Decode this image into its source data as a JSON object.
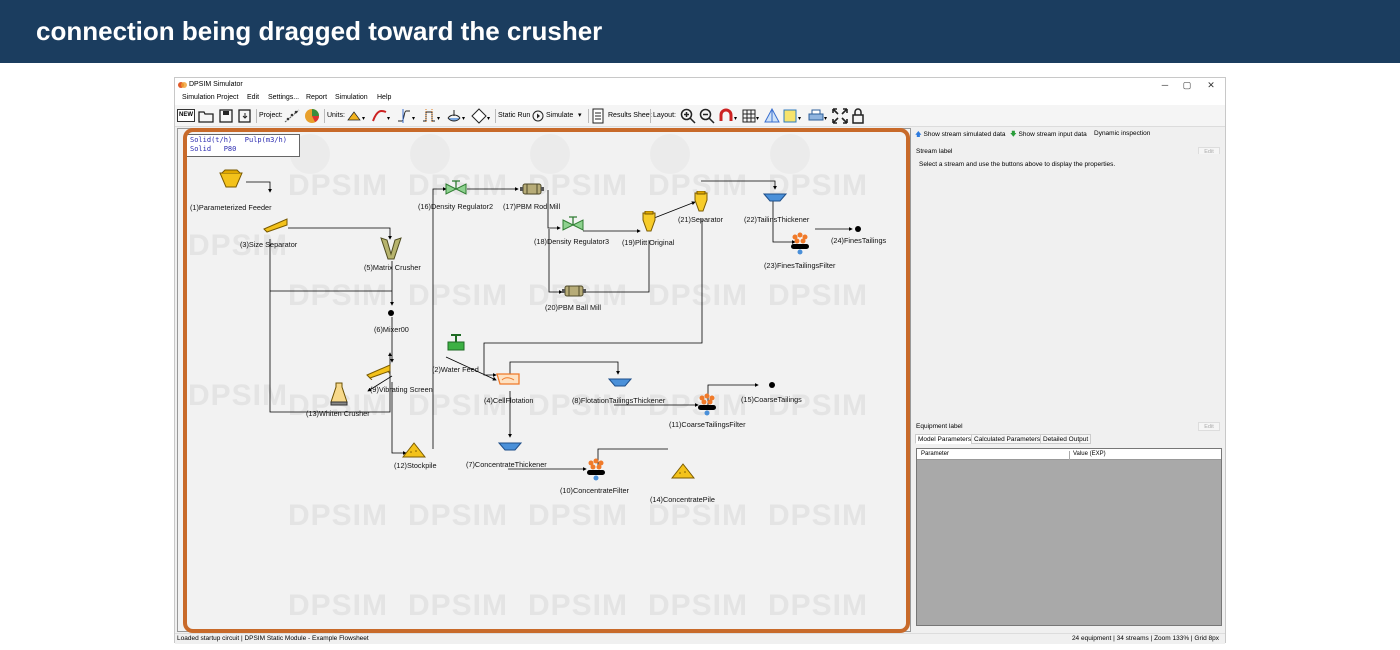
{
  "banner": {
    "title": "connection being dragged toward the crusher"
  },
  "window": {
    "title": "DPSIM Simulator",
    "minimize": "─",
    "maximize": "▢",
    "close": "✕"
  },
  "menu": [
    "Simulation Project",
    "Edit",
    "Settings...",
    "Report",
    "Simulation",
    "Help"
  ],
  "toolbar": {
    "new": "NEW",
    "project_label": "Project:",
    "units_label": "Units:",
    "static_run": "Static Run",
    "simulate": "Simulate",
    "results_sheet": "Results Sheet",
    "layout_label": "Layout:"
  },
  "legend": {
    "line1": "Solid(t/h)   Pulp(m3/h)",
    "line2": "Solid   P80"
  },
  "watermark": "DPSIM",
  "equipment": {
    "parameterized_feeder": "(1)Parameterized Feeder",
    "size_separator": "(3)Size Separator",
    "matrix_crusher": "(5)Matrix Crusher",
    "mixer": "(6)Mixer00",
    "vibrating_screen": "(9)Vibrating Screen",
    "whiten_crusher": "(13)Whiten Crusher",
    "stockpile": "(12)Stockpile",
    "density_regulator2": "(16)Density Regulator2",
    "pbm_rod_mill": "(17)PBM Rod Mill",
    "density_regulator3": "(18)Density Regulator3",
    "plitt_original": "(19)Plitt Original",
    "pbm_ball_mill": "(20)PBM Ball Mill",
    "separator": "(21)Separator",
    "tailings_thickener": "(22)TailinsThickener",
    "fines_tailings_filter": "(23)FinesTailingsFilter",
    "fines_tailings": "(24)FinesTailings",
    "water_feed": "(2)Water Feed",
    "cell_flotation": "(4)CellFlotation",
    "flotation_tailings_thickener": "(8)FlotationTailingsThickener",
    "coarse_tailings_filter": "(11)CoarseTailingsFilter",
    "coarse_tailings": "(15)CoarseTailings",
    "concentrate_thickener": "(7)ConcentrateThickener",
    "concentrate_filter": "(10)ConcentrateFilter",
    "concentrate_pile": "(14)ConcentratePile"
  },
  "panel": {
    "show_simulated": "Show stream simulated data",
    "show_input": "Show stream input data",
    "dynamic_inspection": "Dynamic inspection",
    "stream_label": "Stream label",
    "edit": "Edit",
    "stream_message": "Select a stream and use the buttons above to display the properties.",
    "equipment_label": "Equipment label",
    "tabs": [
      "Model Parameters",
      "Calculated Parameters",
      "Detailed Output"
    ],
    "col_parameter": "Parameter",
    "col_value": "Value (EXP)"
  },
  "status": {
    "left": "Loaded startup circuit | DPSIM Static Module - Example Flowsheet",
    "right": "24 equipment | 34 streams | Zoom 133% | Grid 8px"
  },
  "colors": {
    "banner": "#1b3d5f",
    "highlight": "#c86a2a",
    "equipment_yellow": "#f3c21b",
    "valve_green": "#3cb043",
    "thickener_blue": "#4a90d9"
  }
}
